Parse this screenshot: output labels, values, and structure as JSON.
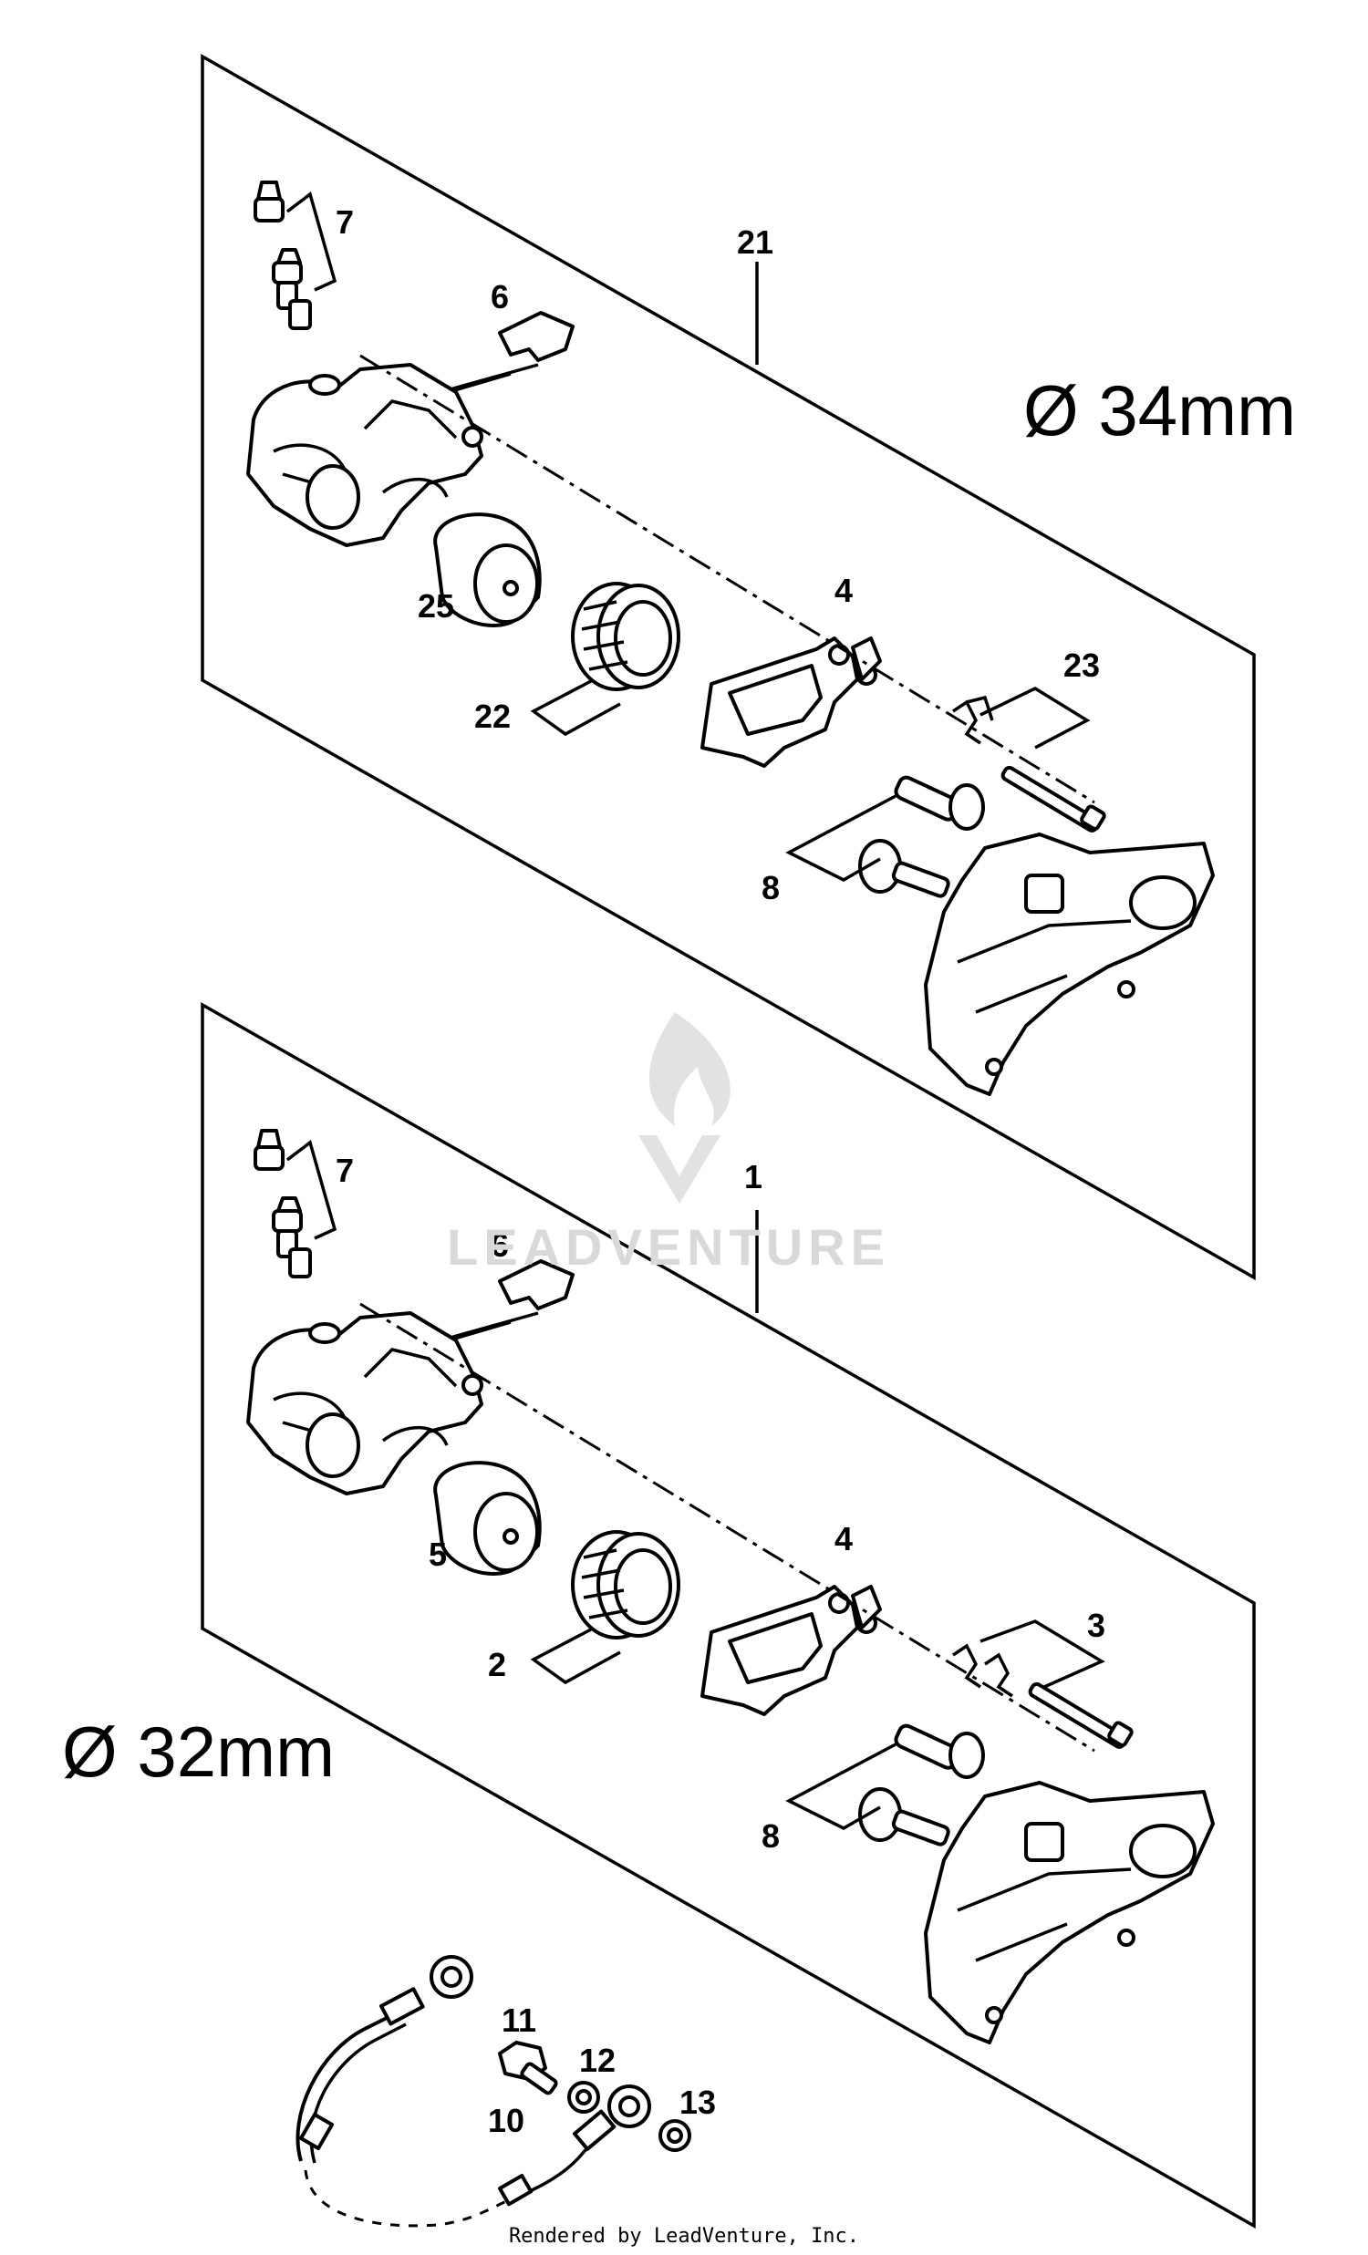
{
  "diagram": {
    "upper_assembly": {
      "diameter_label": "Ø 34mm",
      "callouts": {
        "assembly": "21",
        "bleeder": "7",
        "pad_spring": "6",
        "piston": "25",
        "seal": "22",
        "pads": "4",
        "pin_kit": "23",
        "slide_boots": "8"
      }
    },
    "lower_assembly": {
      "diameter_label": "Ø 32mm",
      "callouts": {
        "assembly": "1",
        "bleeder": "7",
        "pad_spring": "6",
        "piston": "5",
        "seal": "2",
        "pads": "4",
        "pin_kit": "3",
        "slide_boots": "8"
      }
    },
    "hose_group": {
      "callouts": {
        "hose": "10",
        "banjo_bolt": "11",
        "washer_a": "12",
        "washer_b": "13"
      }
    },
    "watermark": "LEADVENTURE"
  },
  "footer": "Rendered by LeadVenture, Inc."
}
